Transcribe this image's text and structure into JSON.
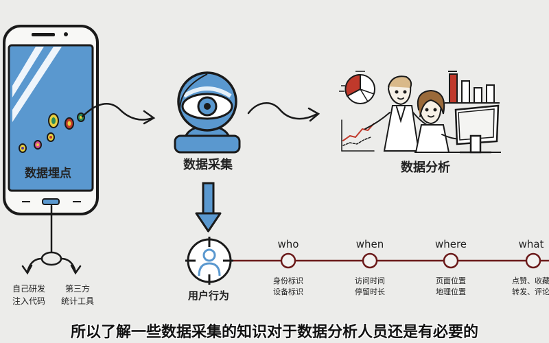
{
  "phone": {
    "label": "数据埋点"
  },
  "branches": [
    {
      "line1": "自己研发",
      "line2": "注入代码"
    },
    {
      "line1": "第三方",
      "line2": "统计工具"
    }
  ],
  "collect": {
    "label": "数据采集"
  },
  "analysis": {
    "label": "数据分析"
  },
  "behavior": {
    "label": "用户行为"
  },
  "timeline": [
    {
      "word": "who",
      "line1": "身份标识",
      "line2": "设备标识"
    },
    {
      "word": "when",
      "line1": "访问时间",
      "line2": "停留时长"
    },
    {
      "word": "where",
      "line1": "页面位置",
      "line2": "地理位置"
    },
    {
      "word": "what",
      "line1": "点赞、收藏",
      "line2": "转发、评论"
    }
  ],
  "subtitle": "所以了解一些数据采集的知识对于数据分析人员还是有必要的",
  "colors": {
    "accent_red": "#c0392b",
    "phone_screen": "#5a98cf",
    "ink": "#1a1a1a",
    "camera_blue": "#5a98cf"
  }
}
